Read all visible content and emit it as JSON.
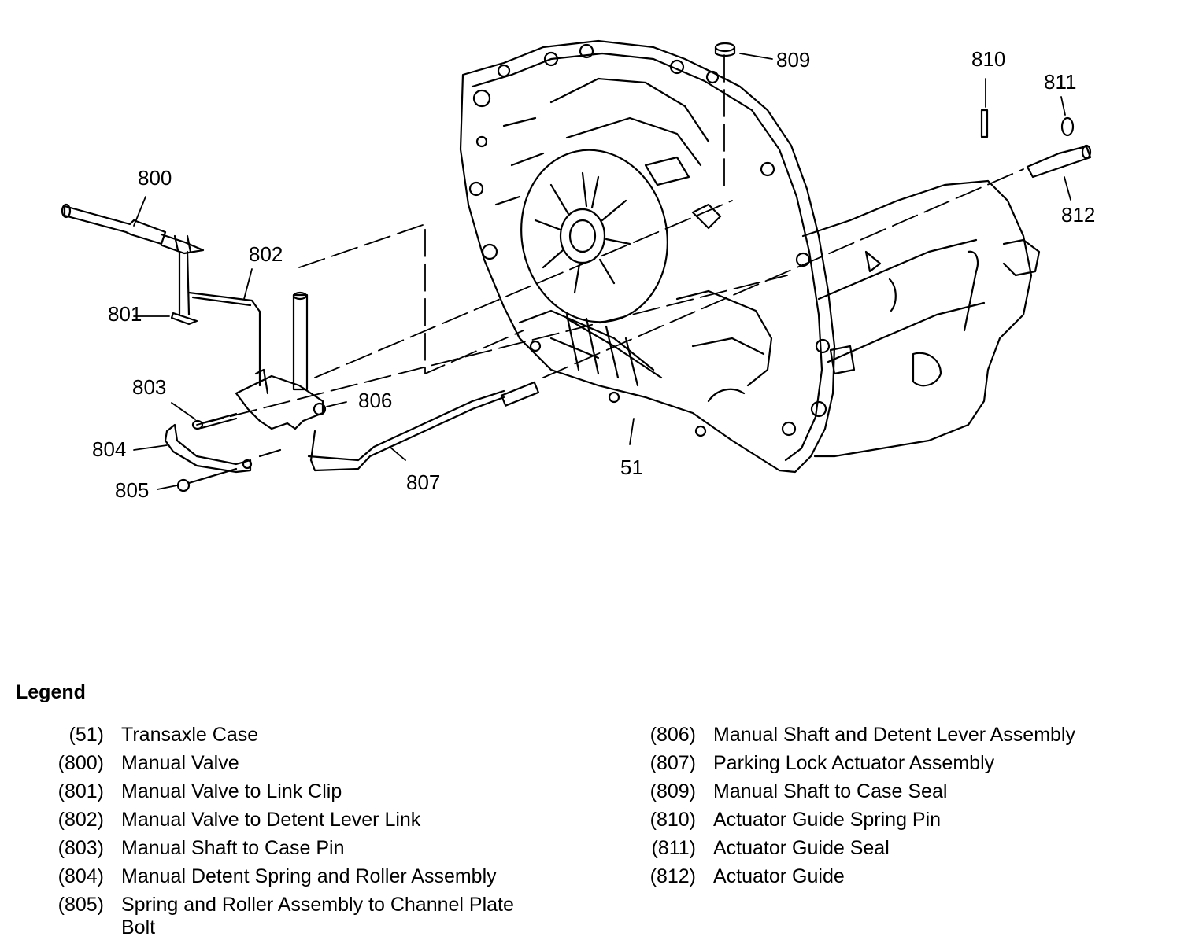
{
  "callouts": [
    {
      "id": "51",
      "text": "51"
    },
    {
      "id": "800",
      "text": "800"
    },
    {
      "id": "801",
      "text": "801"
    },
    {
      "id": "802",
      "text": "802"
    },
    {
      "id": "803",
      "text": "803"
    },
    {
      "id": "804",
      "text": "804"
    },
    {
      "id": "805",
      "text": "805"
    },
    {
      "id": "806",
      "text": "806"
    },
    {
      "id": "807",
      "text": "807"
    },
    {
      "id": "809",
      "text": "809"
    },
    {
      "id": "810",
      "text": "810"
    },
    {
      "id": "811",
      "text": "811"
    },
    {
      "id": "812",
      "text": "812"
    }
  ],
  "legend": {
    "title": "Legend",
    "left": [
      {
        "num": "(51)",
        "desc": "Transaxle Case"
      },
      {
        "num": "(800)",
        "desc": "Manual Valve"
      },
      {
        "num": "(801)",
        "desc": "Manual Valve to Link Clip"
      },
      {
        "num": "(802)",
        "desc": "Manual Valve to Detent Lever Link"
      },
      {
        "num": "(803)",
        "desc": "Manual Shaft to Case Pin"
      },
      {
        "num": "(804)",
        "desc": "Manual Detent Spring and Roller Assembly"
      },
      {
        "num": "(805)",
        "desc": "Spring and Roller Assembly to Channel Plate Bolt"
      }
    ],
    "right": [
      {
        "num": "(806)",
        "desc": "Manual Shaft and Detent Lever Assembly"
      },
      {
        "num": "(807)",
        "desc": "Parking Lock Actuator Assembly"
      },
      {
        "num": "(809)",
        "desc": "Manual Shaft to Case Seal"
      },
      {
        "num": "(810)",
        "desc": "Actuator Guide Spring Pin"
      },
      {
        "num": "(811)",
        "desc": "Actuator Guide Seal"
      },
      {
        "num": "(812)",
        "desc": "Actuator Guide"
      }
    ]
  }
}
